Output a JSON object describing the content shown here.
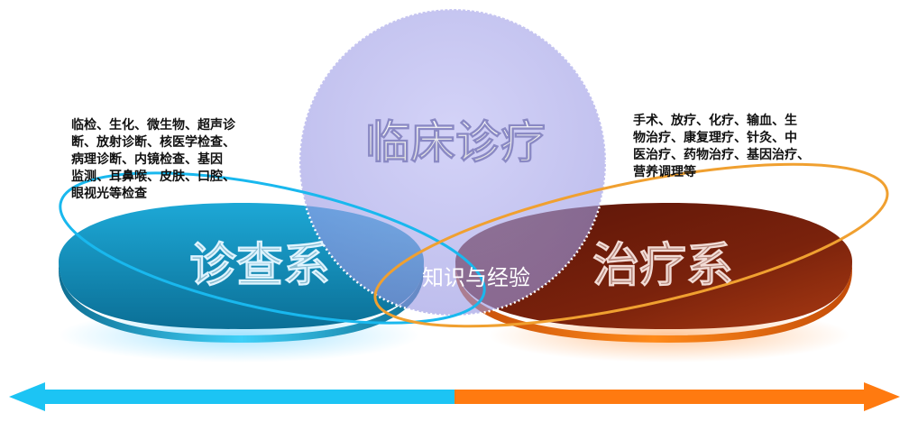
{
  "center": {
    "title": "临床诊疗",
    "overlap_label": "知识与经验"
  },
  "left": {
    "title": "诊查系",
    "description": "临检、生化、微生物、超声诊\n断、放射诊断、核医学检查、\n病理诊断、内镜检查、基因\n监测、耳鼻喉、皮肤、口腔、\n眼视光等检查"
  },
  "right": {
    "title": "治疗系",
    "description": "手术、放疗、化疗、输血、生\n物治疗、康复理疗、针灸、中\n医治疗、药物治疗、基因治疗、\n营养调理等"
  },
  "colors": {
    "circle": "#a7a6ea",
    "left_disc": "#1398c4",
    "right_disc": "#8a2a10",
    "left_ring": "#19b8ee",
    "right_ring": "#f0a030",
    "arrow_left": "#1cc4f4",
    "arrow_right": "#ff7a10"
  }
}
